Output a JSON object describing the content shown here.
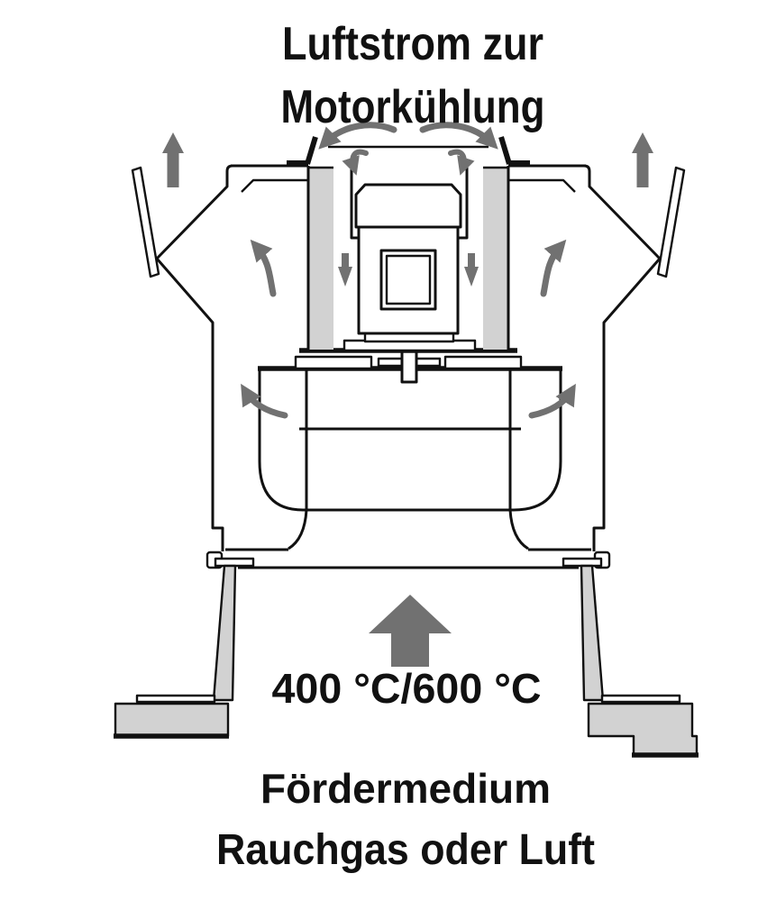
{
  "diagram": {
    "type": "technical-airflow-diagram",
    "title": {
      "line1": "Luftstrom zur",
      "line2": "Motorkühlung"
    },
    "temperature_label": "400 °C/600 °C",
    "medium_label": {
      "line1": "Fördermedium",
      "line2": "Rauchgas oder Luft"
    },
    "colors": {
      "line": "#111111",
      "component_gray": "#d2d2d2",
      "arrow_gray": "#717171",
      "background": "#ffffff"
    },
    "icons": [
      "up-arrow-icon",
      "down-arrow-icon",
      "curved-airflow-arrow-icon",
      "big-up-arrow-icon"
    ]
  }
}
